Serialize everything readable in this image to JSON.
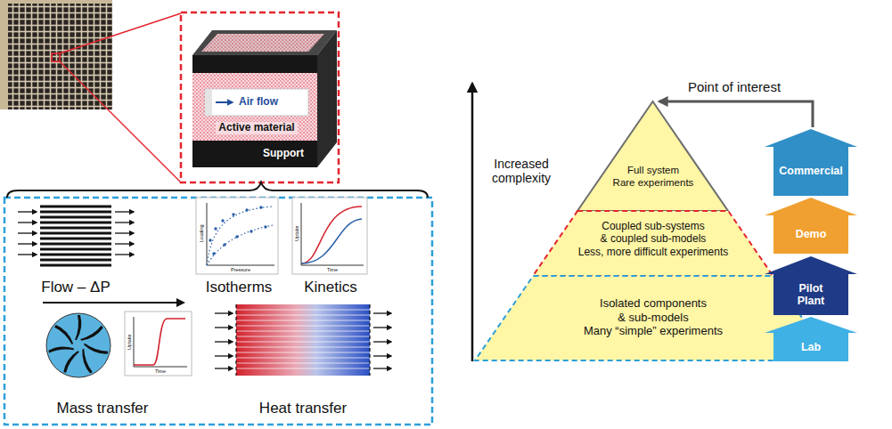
{
  "diagram": {
    "nodes": [
      {
        "text": [
          "Full system",
          "Rare experiments"
        ]
      },
      {
        "text": [
          "Coupled sub-systems & coupled sub-models",
          "Less, more difficult experiments"
        ]
      },
      {
        "text": [
          "Isolated components & sub-models",
          "Many “simple” experiments"
        ]
      },
      {
        "text": [
          "Commercial"
        ]
      },
      {
        "text": [
          "Demo"
        ]
      },
      {
        "text": [
          "Pilot Plant"
        ]
      },
      {
        "text": [
          "Lab"
        ]
      }
    ],
    "labels": [
      "Air flow",
      "Active material",
      "Support",
      "Flow – ΔP",
      "Loading",
      "Pressure",
      "Isotherms",
      "Uptake",
      "Time",
      "Kinetics",
      "Uptake",
      "Time",
      "Mass transfer",
      "Heat transfer",
      "Increased complexity",
      "Point of interest"
    ]
  }
}
